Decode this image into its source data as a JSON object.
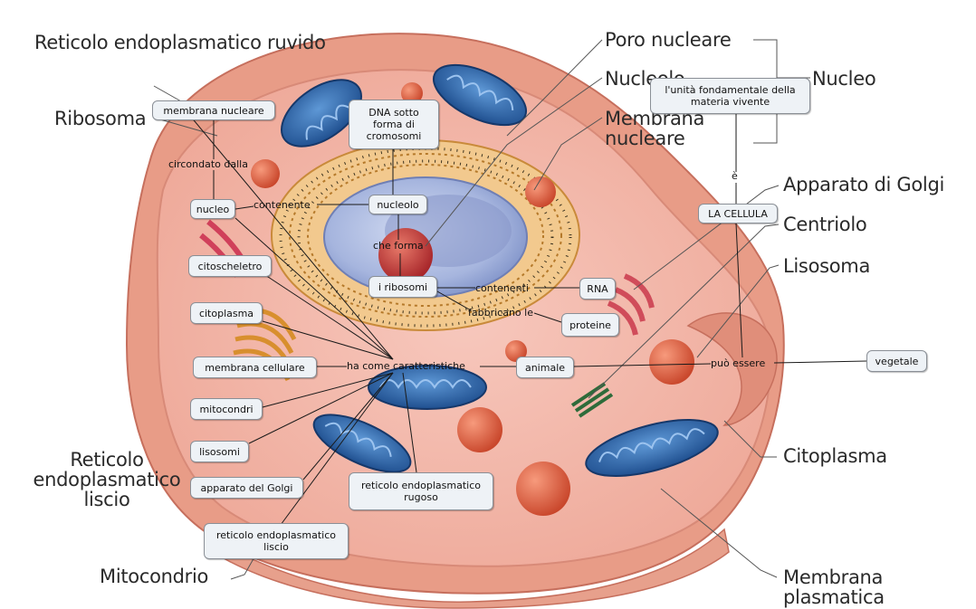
{
  "diagram_labels": {
    "reticolo_ruvido": "Reticolo endoplasmatico ruvido",
    "ribosoma": "Ribosoma",
    "poro_nucleare": "Poro nucleare",
    "nucleolo": "Nucleolo",
    "membrana_nucleare": "Membrana nucleare",
    "nucleo": "Nucleo",
    "apparato_golgi": "Apparato di Golgi",
    "centriolo": "Centriolo",
    "lisosoma": "Lisosoma",
    "citoplasma": "Citoplasma",
    "membrana_plasmatica": "Membrana plasmatica",
    "reticolo_liscio": "Reticolo endoplasmatico liscio",
    "mitocondrio": "Mitocondrio"
  },
  "concepts": {
    "unita": "l'unità fondamentale della materia vivente",
    "cellula": "LA CELLULA",
    "vegetale": "vegetale",
    "animale": "animale",
    "membrana_nucleare": "membrana nucleare",
    "dna": "DNA sotto forma di cromosomi",
    "nucleo": "nucleo",
    "nucleolo": "nucleolo",
    "ribosomi": "i ribosomi",
    "rna": "RNA",
    "proteine": "proteine",
    "citoscheletro": "citoscheletro",
    "citoplasma": "citoplasma",
    "membrana_cellulare": "membrana cellulare",
    "mitocondri": "mitocondri",
    "lisosomi": "lisosomi",
    "apparato_golgi": "apparato del Golgi",
    "reticolo_rugoso": "reticolo endoplasmatico rugoso",
    "reticolo_liscio": "reticolo endoplasmatico liscio"
  },
  "links": {
    "e": "è",
    "puo_essere": "può essere",
    "ha_come": "ha come caratteristiche",
    "circondato": "circondato dalla",
    "contenente": "contenente",
    "che_forma": "che forma",
    "contenenti": "contenenti",
    "fabbricano": "fabbricano le"
  },
  "colors": {
    "box_fill": "#eef2f6",
    "box_border": "#8a8f96",
    "line": "#1a1a1a",
    "cell_outer": "#e79a86",
    "cytoplasm": "#f3b3a8",
    "nucleus": "#9eaed6",
    "mitochondria": "#3a6fb0",
    "golgi": "#e7a64a",
    "lysosome": "#d85a3a"
  }
}
